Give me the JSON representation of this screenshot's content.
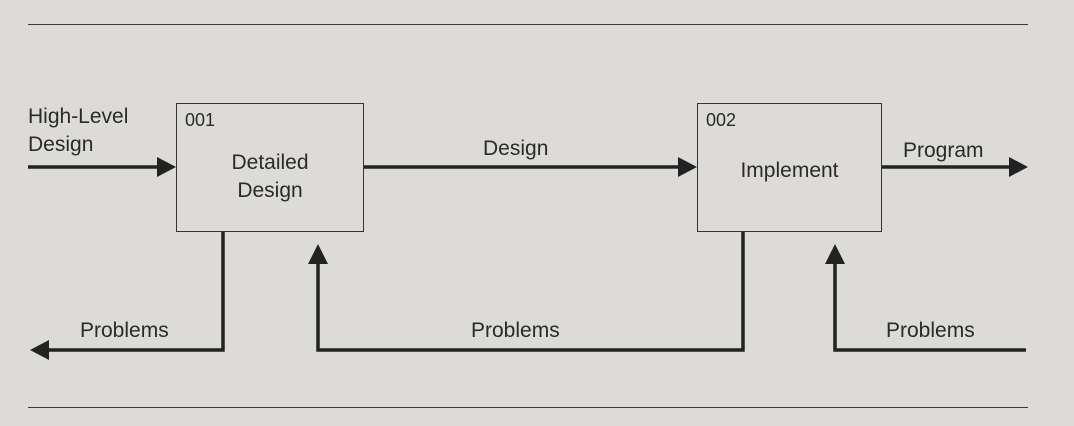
{
  "activities": [
    {
      "id": "001",
      "name_line1": "Detailed",
      "name_line2": "Design"
    },
    {
      "id": "002",
      "name_line1": "Implement",
      "name_line2": ""
    }
  ],
  "arrows": {
    "input_line1": "High-Level",
    "input_line2": "Design",
    "design": "Design",
    "program": "Program",
    "problems_out": "Problems",
    "problems_feedback": "Problems",
    "problems_in": "Problems"
  },
  "colors": {
    "background": "#dcdbd7",
    "ink": "#2a2a2a"
  }
}
